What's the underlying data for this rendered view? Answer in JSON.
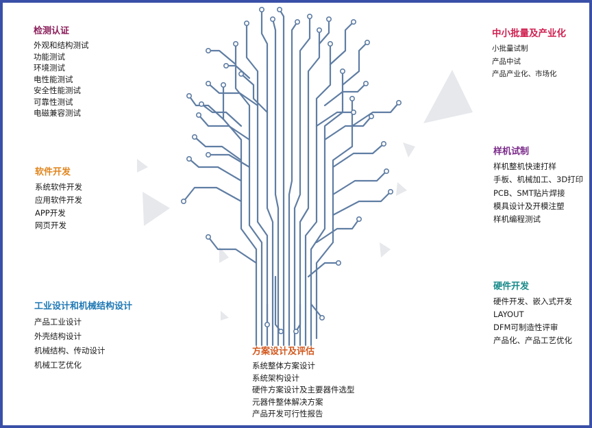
{
  "sections": {
    "testing": {
      "title": "检测认证",
      "color": "#8b1e5a",
      "items": [
        "外观和结构测试",
        "功能测试",
        "环境测试",
        "电性能测试",
        "安全性能测试",
        "可靠性测试",
        "电磁兼容测试"
      ]
    },
    "software": {
      "title": "软件开发",
      "color": "#e0861f",
      "items": [
        "系统软件开发",
        "应用软件开发",
        "APP开发",
        "网页开发"
      ]
    },
    "industrial": {
      "title": "工业设计和机械结构设计",
      "color": "#1f78b4",
      "items": [
        "产品工业设计",
        "外壳结构设计",
        "机械结构、传动设计",
        "机械工艺优化"
      ]
    },
    "scheme": {
      "title": "方案设计及评估",
      "color": "#d2591f",
      "items": [
        "系统整体方案设计",
        "系统架构设计",
        "硬件方案设计及主要器件选型",
        "元器件整体解决方案",
        "产品开发可行性报告"
      ]
    },
    "batch": {
      "title": "中小批量及产业化",
      "color": "#d02050",
      "items": [
        "小批量试制",
        "产品中试",
        "产品产业化、市场化"
      ]
    },
    "prototype": {
      "title": "样机试制",
      "color": "#7b2a8a",
      "items": [
        "样机整机快速打样",
        "手板、机械加工、3D打印",
        "PCB、SMT贴片焊接",
        "模具设计及开模注塑",
        "样机编程测试"
      ]
    },
    "hardware": {
      "title": "硬件开发",
      "color": "#1a8a8a",
      "items": [
        "硬件开发、嵌入式开发",
        "LAYOUT",
        "DFM可制造性评审",
        "产品化、产品工艺优化"
      ]
    }
  },
  "colors": {
    "frame": "#3a50a8",
    "circuit": "#5f7da3",
    "triangle": "#e6e8ec"
  }
}
